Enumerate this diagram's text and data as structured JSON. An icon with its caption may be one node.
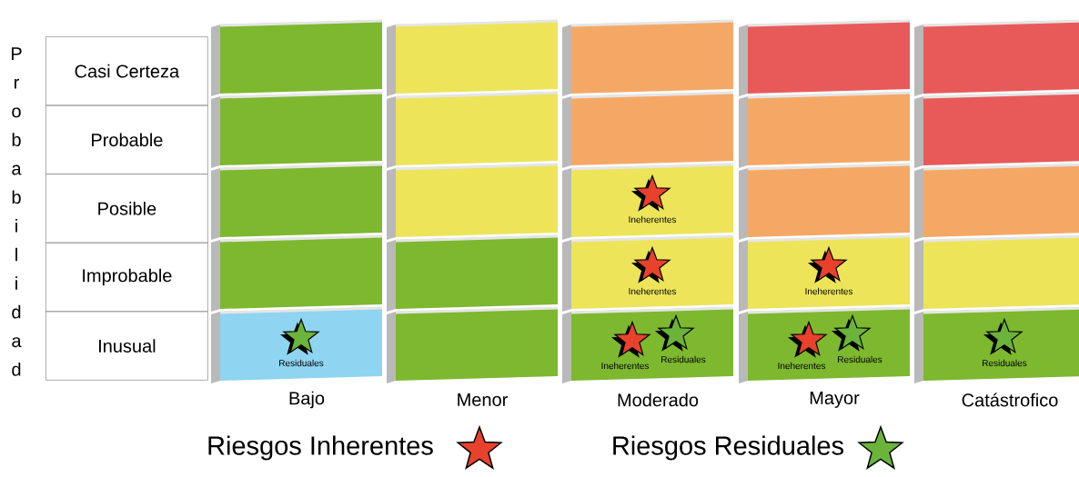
{
  "diagram": {
    "nodes": [
      {
        "text": [
          "Casi Certeza"
        ]
      },
      {
        "text": [
          "Probable"
        ]
      },
      {
        "text": [
          "Posible"
        ]
      },
      {
        "text": [
          "Improbable"
        ]
      },
      {
        "text": [
          "Inusual"
        ]
      },
      {
        "text": [],
        "shape": "box"
      },
      {
        "text": [],
        "shape": "box"
      },
      {
        "text": [],
        "shape": "box"
      },
      {
        "text": [],
        "shape": "box"
      },
      {
        "text": [
          "Residuales"
        ]
      },
      {
        "text": [],
        "shape": "box"
      },
      {
        "text": [],
        "shape": "box"
      },
      {
        "text": [],
        "shape": "box"
      },
      {
        "text": [],
        "shape": "box"
      },
      {
        "text": [],
        "shape": "box"
      },
      {
        "text": [],
        "shape": "box"
      },
      {
        "text": [],
        "shape": "box"
      },
      {
        "text": [
          "Ineherentes"
        ]
      },
      {
        "text": [
          "Ineherentes"
        ]
      },
      {
        "text": [
          "Ineherentes",
          "Residuales"
        ]
      },
      {
        "text": [],
        "shape": "box"
      },
      {
        "text": [],
        "shape": "box"
      },
      {
        "text": [],
        "shape": "box"
      },
      {
        "text": [
          "Ineherentes"
        ]
      },
      {
        "text": [
          "Ineherentes",
          "Residuales"
        ]
      },
      {
        "text": [],
        "shape": "box"
      },
      {
        "text": [],
        "shape": "box"
      },
      {
        "text": [],
        "shape": "box"
      },
      {
        "text": [],
        "shape": "box"
      },
      {
        "text": [
          "Residuales"
        ]
      }
    ],
    "labels": [
      "Probabilidad",
      "Bajo",
      "Menor",
      "Moderado",
      "Mayor",
      "Catástrofico"
    ],
    "legend": [
      {
        "text": "Riesgos Inherentes",
        "color": "#e8412c"
      },
      {
        "text": "Riesgos Residuales",
        "color": "#6bb33a"
      }
    ]
  }
}
